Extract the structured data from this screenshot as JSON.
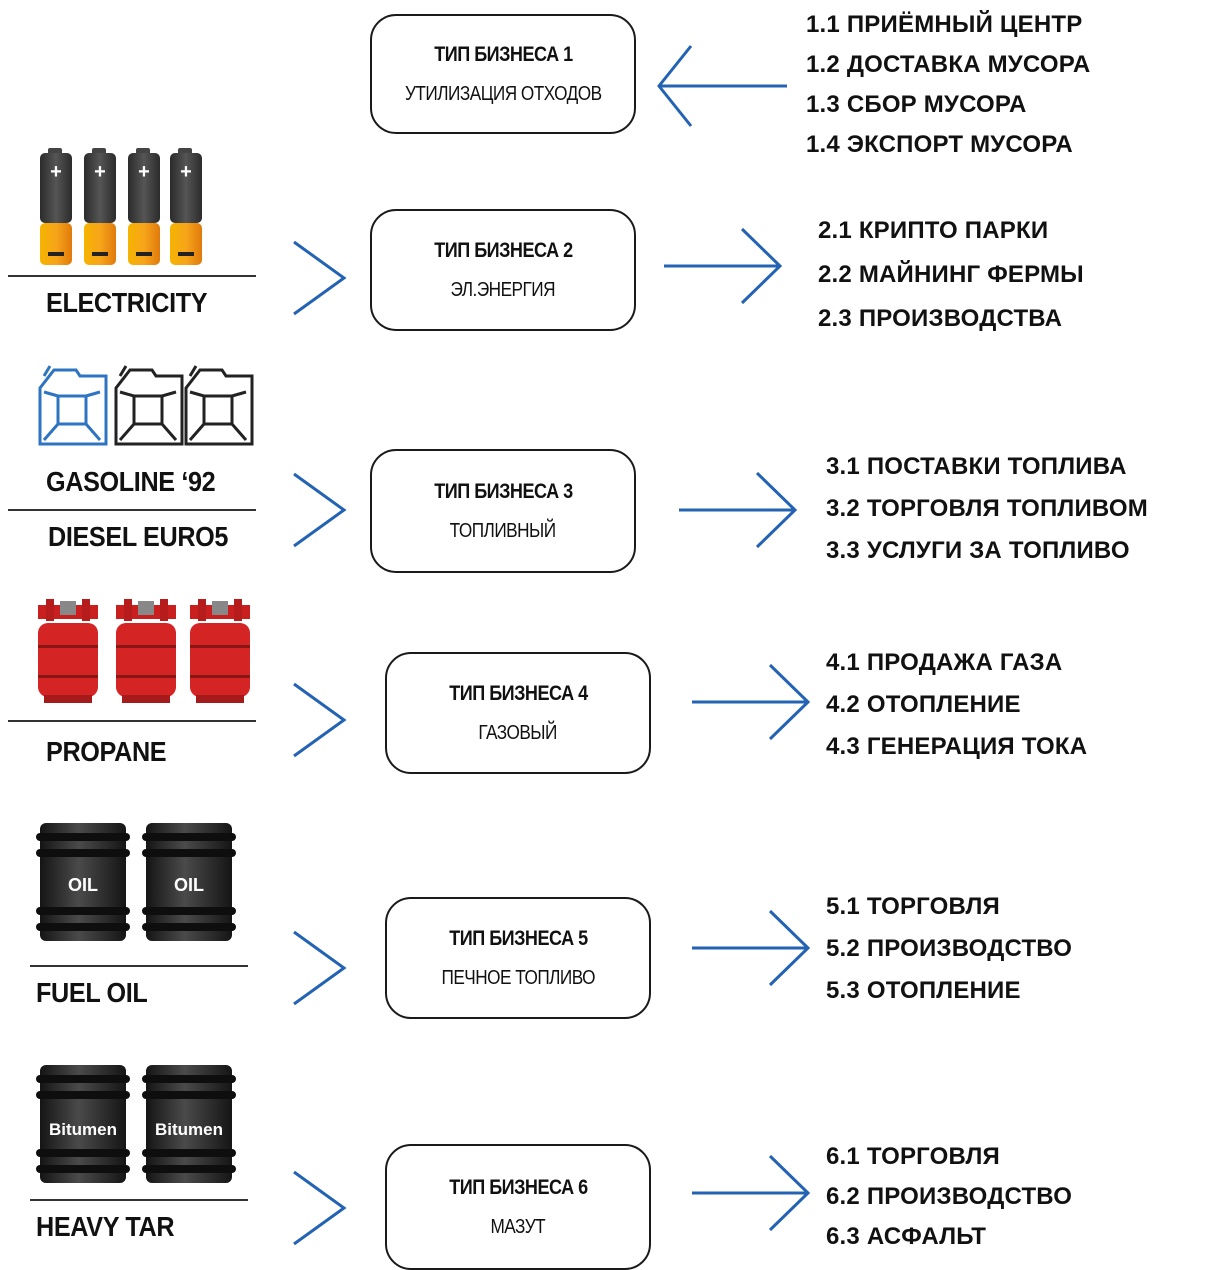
{
  "colors": {
    "arrow": "#2463b3",
    "box_border": "#1a1a1a",
    "text": "#111111"
  },
  "business": [
    {
      "title": "ТИП БИЗНЕСА 1",
      "subtitle": "УТИЛИЗАЦИЯ ОТХОДОВ",
      "items": [
        "1.1 ПРИЁМНЫЙ ЦЕНТР",
        "1.2 ДОСТАВКА МУСОРА",
        "1.3 СБОР МУСОРА",
        "1.4 ЭКСПОРТ МУСОРА"
      ]
    },
    {
      "title": "ТИП БИЗНЕСА 2",
      "subtitle": "ЭЛ.ЭНЕРГИЯ",
      "items": [
        "2.1 КРИПТО ПАРКИ",
        "2.2 МАЙНИНГ ФЕРМЫ",
        "2.3 ПРОИЗВОДСТВА"
      ]
    },
    {
      "title": "ТИП БИЗНЕСА  3",
      "subtitle": "ТОПЛИВНЫЙ",
      "items": [
        "3.1 ПОСТАВКИ ТОПЛИВА",
        "3.2 ТОРГОВЛЯ ТОПЛИВОМ",
        "3.3 УСЛУГИ ЗА ТОПЛИВО"
      ]
    },
    {
      "title": "ТИП БИЗНЕСА  4",
      "subtitle": "ГАЗОВЫЙ",
      "items": [
        "4.1 ПРОДАЖА ГАЗА",
        "4.2 ОТОПЛЕНИЕ",
        "4.3 ГЕНЕРАЦИЯ ТОКА"
      ]
    },
    {
      "title": "ТИП БИЗНЕСА  5",
      "subtitle": "ПЕЧНОЕ ТОПЛИВО",
      "items": [
        "5.1 ТОРГОВЛЯ",
        "5.2 ПРОИЗВОДСТВО",
        "5.3 ОТОПЛЕНИЕ"
      ]
    },
    {
      "title": "ТИП БИЗНЕСА  6",
      "subtitle": "МАЗУТ",
      "items": [
        "6.1 ТОРГОВЛЯ",
        "6.2 ПРОИЗВОДСТВО",
        "6.3 АСФАЛЬТ"
      ]
    }
  ],
  "sources": {
    "electricity": "ELECTRICITY",
    "gasoline": "GASOLINE ‘92",
    "diesel": "DIESEL EURO5",
    "propane": "PROPANE",
    "fuel_oil": "FUEL OIL",
    "heavy_tar": "HEAVY TAR"
  },
  "icon_text": {
    "battery_plus": "+",
    "battery_minus": "−",
    "oil_drum": "OIL",
    "bitumen_drum": "Bitumen"
  }
}
